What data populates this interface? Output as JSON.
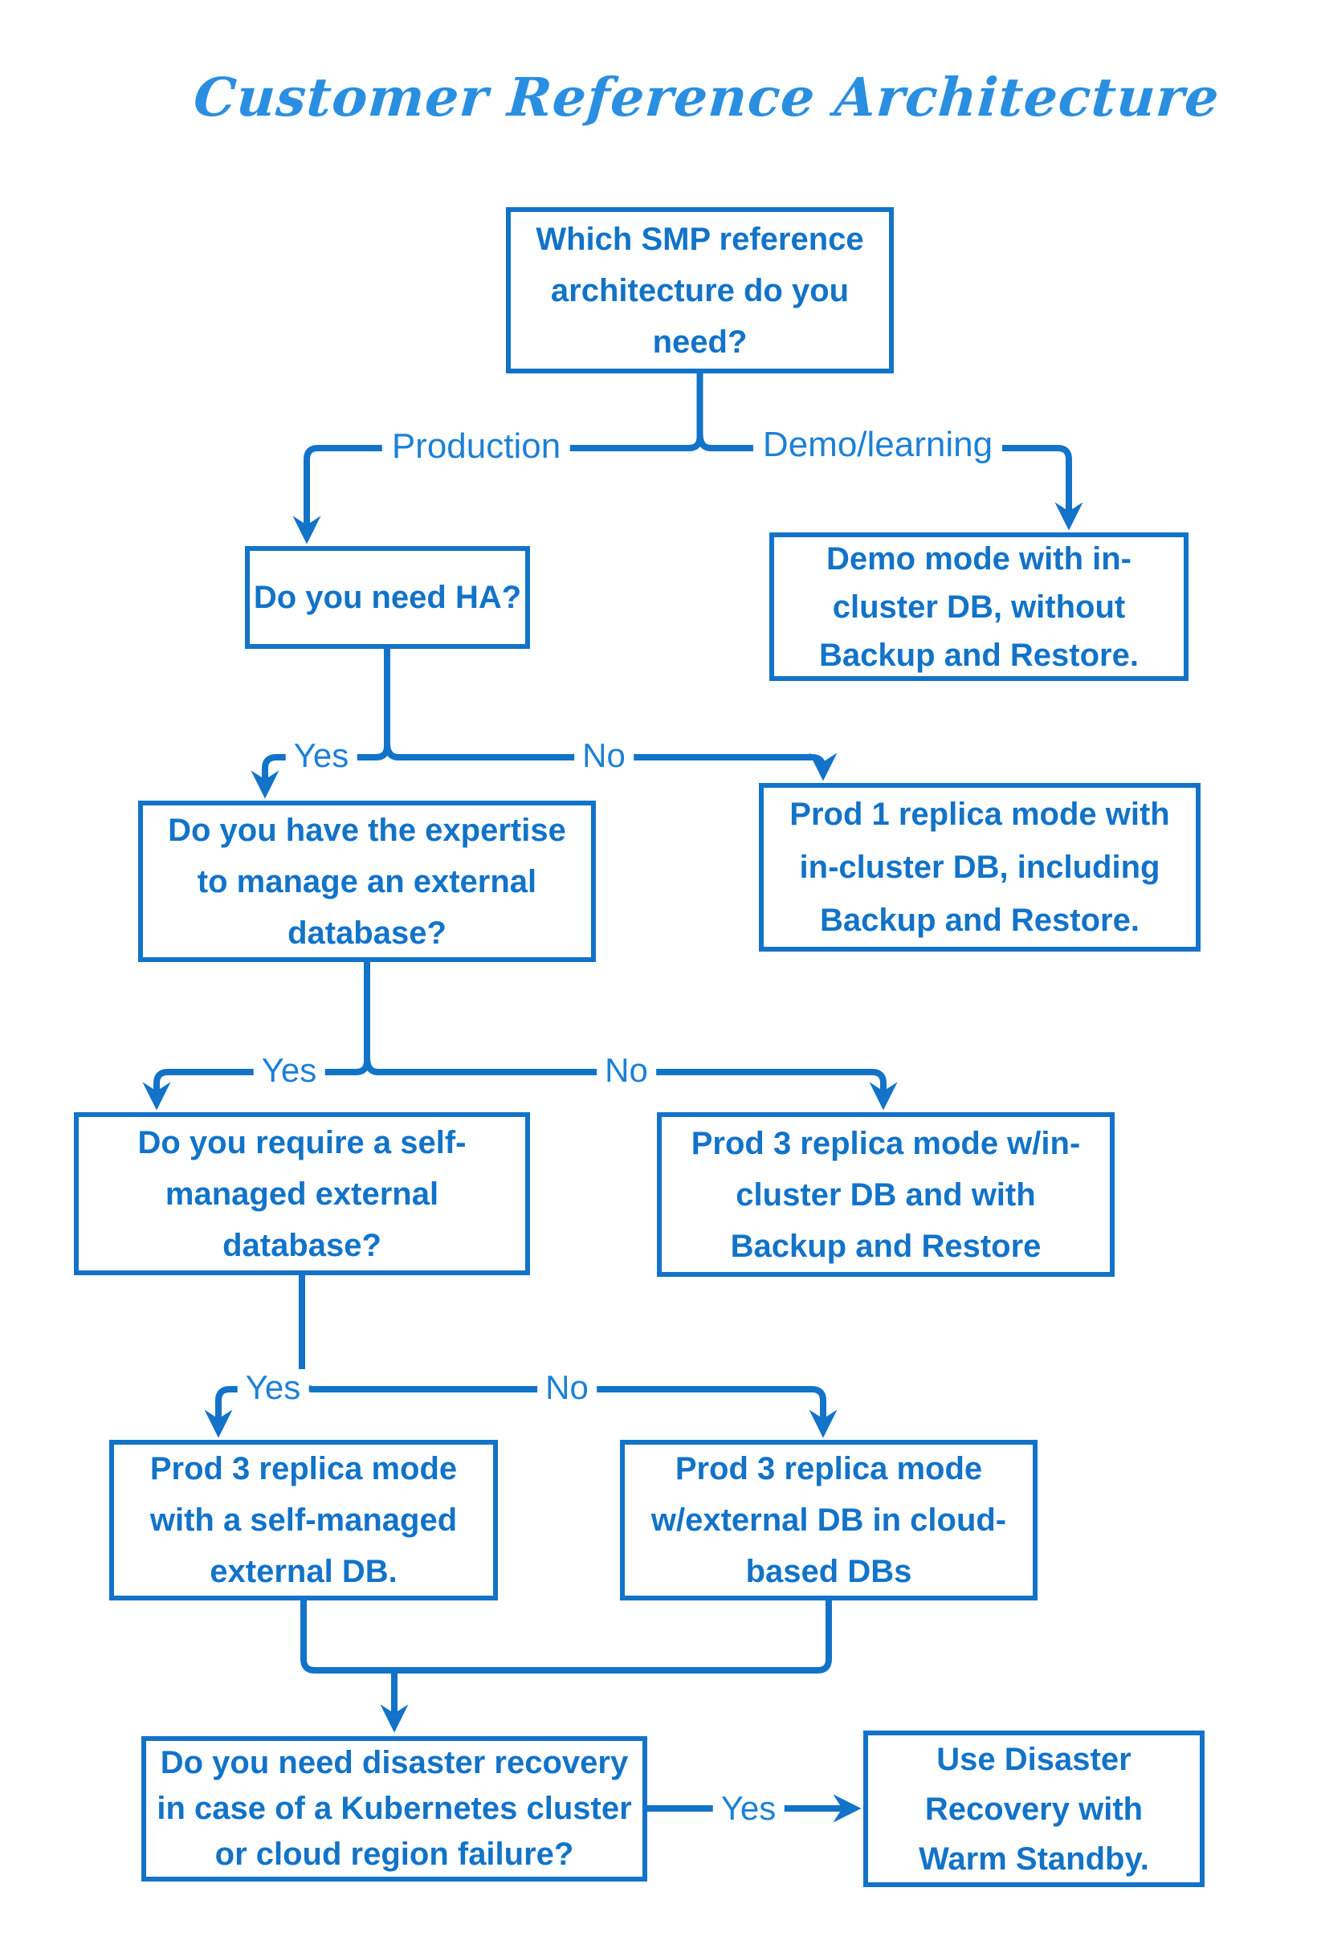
{
  "title": "Customer Reference Architecture",
  "colors": {
    "line_blue": "#1273c8",
    "box_text_blue": "#1273c8",
    "label_blue": "#1d80d6",
    "title_blue": "#2a8fe0",
    "background": "#ffffff"
  },
  "nodes": {
    "root": {
      "text": "Which SMP reference\narchitecture do you\nneed?"
    },
    "ha_question": {
      "text": "Do you need HA?"
    },
    "demo_mode": {
      "text": "Demo mode with in-\ncluster DB, without\nBackup and Restore."
    },
    "expertise_question": {
      "text": "Do you have the expertise\nto manage an external\ndatabase?"
    },
    "prod1_replica": {
      "text": "Prod 1 replica mode with\nin-cluster DB, including\nBackup and Restore."
    },
    "self_managed_question": {
      "text": "Do you require a self-\nmanaged external\ndatabase?"
    },
    "prod3_incluster": {
      "text": "Prod 3 replica mode w/in-\ncluster DB and with\nBackup and Restore"
    },
    "prod3_self_managed": {
      "text": "Prod 3 replica mode\nwith a self-managed\nexternal DB."
    },
    "prod3_cloud": {
      "text": "Prod 3 replica mode\nw/external DB in cloud-\nbased DBs"
    },
    "dr_question": {
      "text": "Do you need disaster recovery\nin case of a Kubernetes cluster\nor cloud region failure?"
    },
    "dr_solution": {
      "text": "Use Disaster\nRecovery with\nWarm Standby."
    }
  },
  "edge_labels": {
    "production": "Production",
    "demo_learning": "Demo/learning",
    "ha_yes": "Yes",
    "ha_no": "No",
    "expertise_yes": "Yes",
    "expertise_no": "No",
    "self_managed_yes": "Yes",
    "self_managed_no": "No",
    "dr_yes": "Yes"
  }
}
